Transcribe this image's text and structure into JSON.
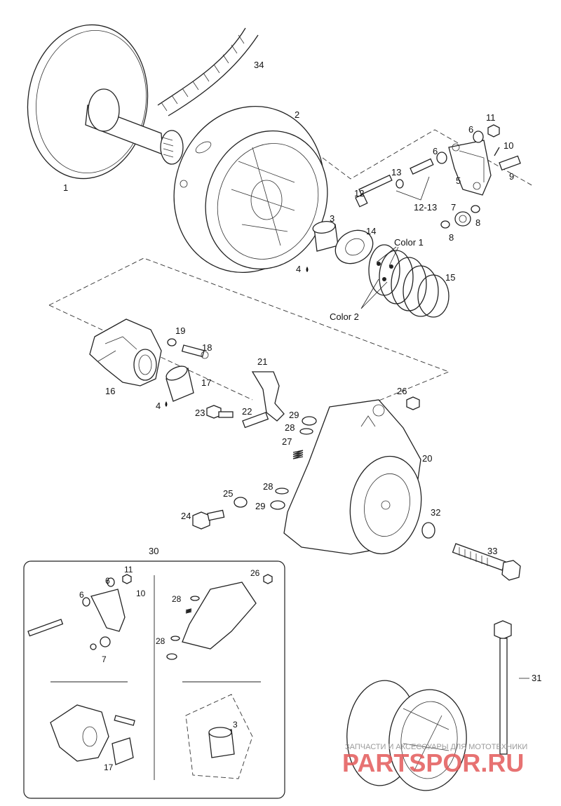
{
  "labels": {
    "p1": "1",
    "p2": "2",
    "p3": "3",
    "p4a": "4",
    "p4b": "4",
    "p5": "5",
    "p6a": "6",
    "p6b": "6",
    "p7": "7",
    "p8a": "8",
    "p8b": "8",
    "p9": "9",
    "p10": "10",
    "p11": "11",
    "p12": "12",
    "p13": "13",
    "p1213": "12-13",
    "p14": "14",
    "p15": "15",
    "color1": "Color 1",
    "color2": "Color 2",
    "p16": "16",
    "p17": "17",
    "p18": "18",
    "p19": "19",
    "p20": "20",
    "p21": "21",
    "p22": "22",
    "p23": "23",
    "p24": "24",
    "p25": "25",
    "p26": "26",
    "p27": "27",
    "p28a": "28",
    "p28b": "28",
    "p29a": "29",
    "p29b": "29",
    "p30": "30",
    "p31": "31",
    "p32": "32",
    "p33": "33",
    "p34": "34"
  },
  "inset": {
    "p6": "6",
    "p6b": "6",
    "p7": "7",
    "p10": "10",
    "p11": "11",
    "p26": "26",
    "p28a": "28",
    "p28b": "28",
    "p17": "17",
    "p3": "3"
  },
  "watermark": {
    "line1": "ЗАПЧАСТИ И АКСЕССУАРЫ ДЛЯ МОТОТЕХНИКИ",
    "line2": "PARTSPOR.RU"
  }
}
